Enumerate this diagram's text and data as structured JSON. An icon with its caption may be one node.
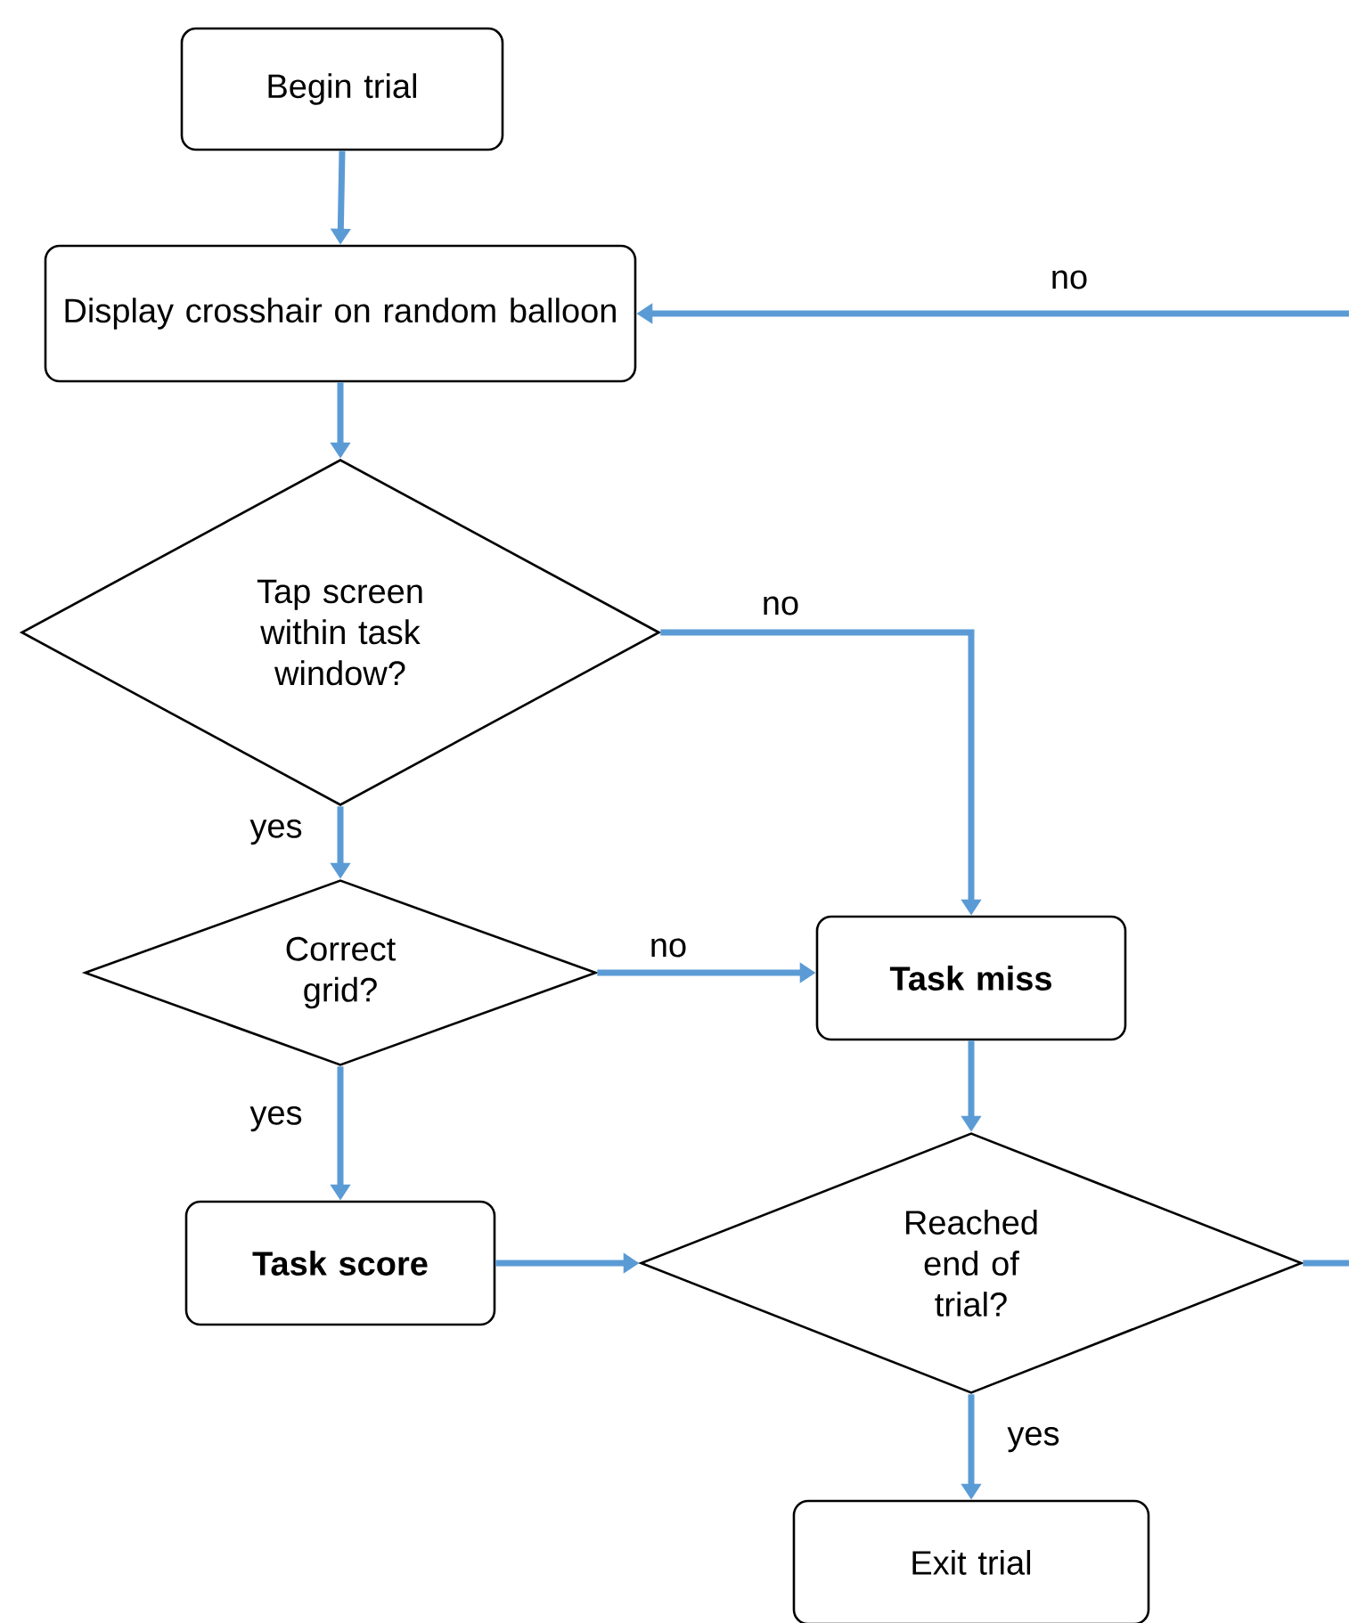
{
  "diagram": {
    "nodes": [
      {
        "text": [
          "Begin trial"
        ]
      },
      {
        "text": [
          "Display crosshair on random balloon"
        ]
      },
      {
        "text": [
          "Tap screen within task window?"
        ]
      },
      {
        "text": [
          "Correct grid?"
        ]
      },
      {
        "text": [
          "Task miss"
        ]
      },
      {
        "text": [
          "Task score"
        ]
      },
      {
        "text": [
          "Reached end of trial?"
        ]
      },
      {
        "text": [
          "Exit trial"
        ]
      }
    ],
    "edges": [
      {
        "from": 0,
        "to": 1,
        "arrow": "to"
      },
      {
        "from": 1,
        "to": 2,
        "arrow": "to"
      },
      {
        "from": 2,
        "to": 3,
        "arrow": "to",
        "label": "yes"
      },
      {
        "from": 2,
        "to": 4,
        "arrow": "to",
        "label": "no"
      },
      {
        "from": 3,
        "to": 4,
        "arrow": "to",
        "label": "no"
      },
      {
        "from": 3,
        "to": 5,
        "arrow": "to",
        "label": "yes"
      },
      {
        "from": 4,
        "to": 6,
        "arrow": "to"
      },
      {
        "from": 5,
        "to": 6,
        "arrow": "to"
      },
      {
        "from": 6,
        "to": 7,
        "arrow": "to",
        "label": "yes"
      },
      {
        "from": 6,
        "to": 1,
        "arrow": "to",
        "label": "no"
      }
    ]
  }
}
